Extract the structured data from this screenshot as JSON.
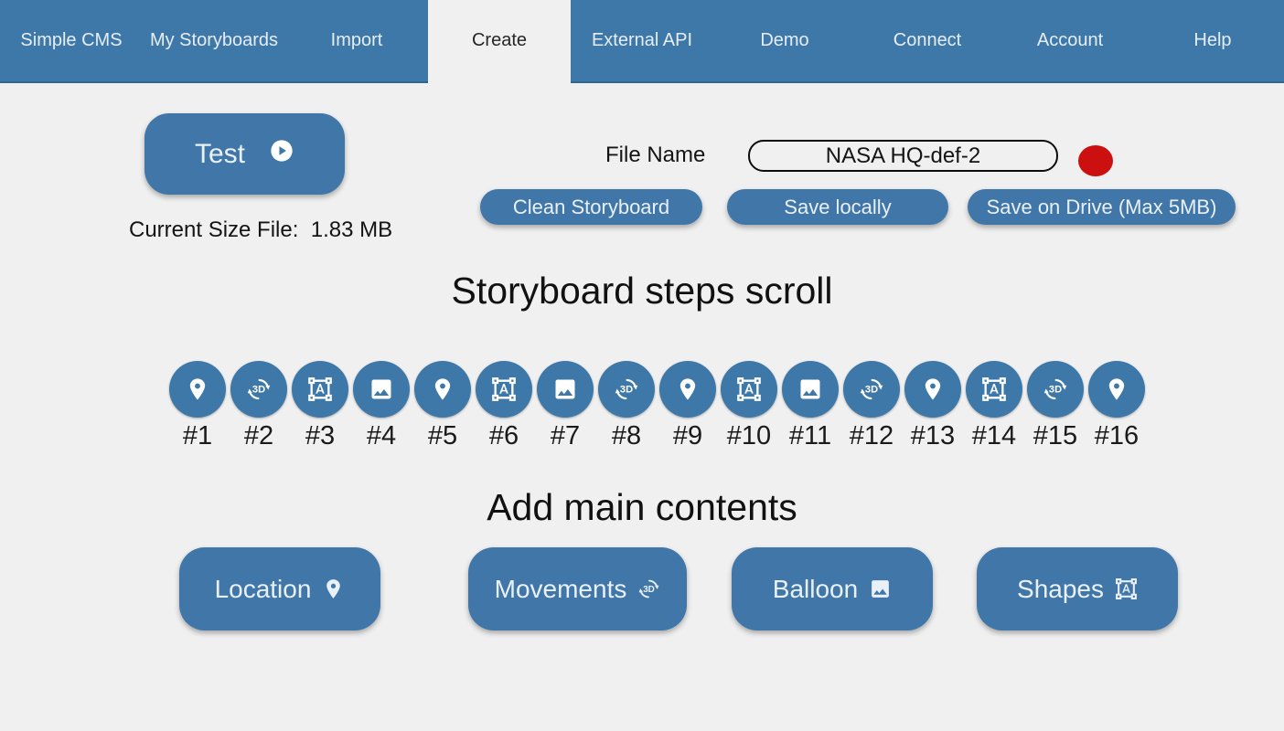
{
  "colors": {
    "primary": "#3e78a9",
    "nav_underline": "#2e6690",
    "background": "#f0f0f0",
    "status_dot": "#cc0f0f"
  },
  "nav": {
    "items": [
      {
        "label": "Simple CMS",
        "active": false
      },
      {
        "label": "My Storyboards",
        "active": false
      },
      {
        "label": "Import",
        "active": false
      },
      {
        "label": "Create",
        "active": true
      },
      {
        "label": "External API",
        "active": false
      },
      {
        "label": "Demo",
        "active": false
      },
      {
        "label": "Connect",
        "active": false
      },
      {
        "label": "Account",
        "active": false
      },
      {
        "label": "Help",
        "active": false
      }
    ]
  },
  "toolbar": {
    "test_label": "Test",
    "current_size_label": "Current Size File:",
    "current_size_value": "1.83 MB",
    "file_name_label": "File Name",
    "file_name_value": "NASA HQ-def-2",
    "clean_storyboard_label": "Clean Storyboard",
    "save_locally_label": "Save locally",
    "save_drive_label": "Save on Drive (Max 5MB)"
  },
  "steps": {
    "title": "Storyboard steps scroll",
    "items": [
      {
        "label": "#1",
        "icon": "location"
      },
      {
        "label": "#2",
        "icon": "3d-rotation"
      },
      {
        "label": "#3",
        "icon": "shapes"
      },
      {
        "label": "#4",
        "icon": "image"
      },
      {
        "label": "#5",
        "icon": "location"
      },
      {
        "label": "#6",
        "icon": "shapes"
      },
      {
        "label": "#7",
        "icon": "image"
      },
      {
        "label": "#8",
        "icon": "3d-rotation"
      },
      {
        "label": "#9",
        "icon": "location"
      },
      {
        "label": "#10",
        "icon": "shapes"
      },
      {
        "label": "#11",
        "icon": "image"
      },
      {
        "label": "#12",
        "icon": "3d-rotation"
      },
      {
        "label": "#13",
        "icon": "location"
      },
      {
        "label": "#14",
        "icon": "shapes"
      },
      {
        "label": "#15",
        "icon": "3d-rotation"
      },
      {
        "label": "#16",
        "icon": "location"
      }
    ]
  },
  "contents": {
    "title": "Add main contents",
    "buttons": [
      {
        "label": "Location",
        "icon": "location",
        "name": "location-button"
      },
      {
        "label": "Movements",
        "icon": "3d-rotation",
        "name": "movements-button"
      },
      {
        "label": "Balloon",
        "icon": "image",
        "name": "balloon-button"
      },
      {
        "label": "Shapes",
        "icon": "shapes",
        "name": "shapes-button"
      }
    ]
  }
}
